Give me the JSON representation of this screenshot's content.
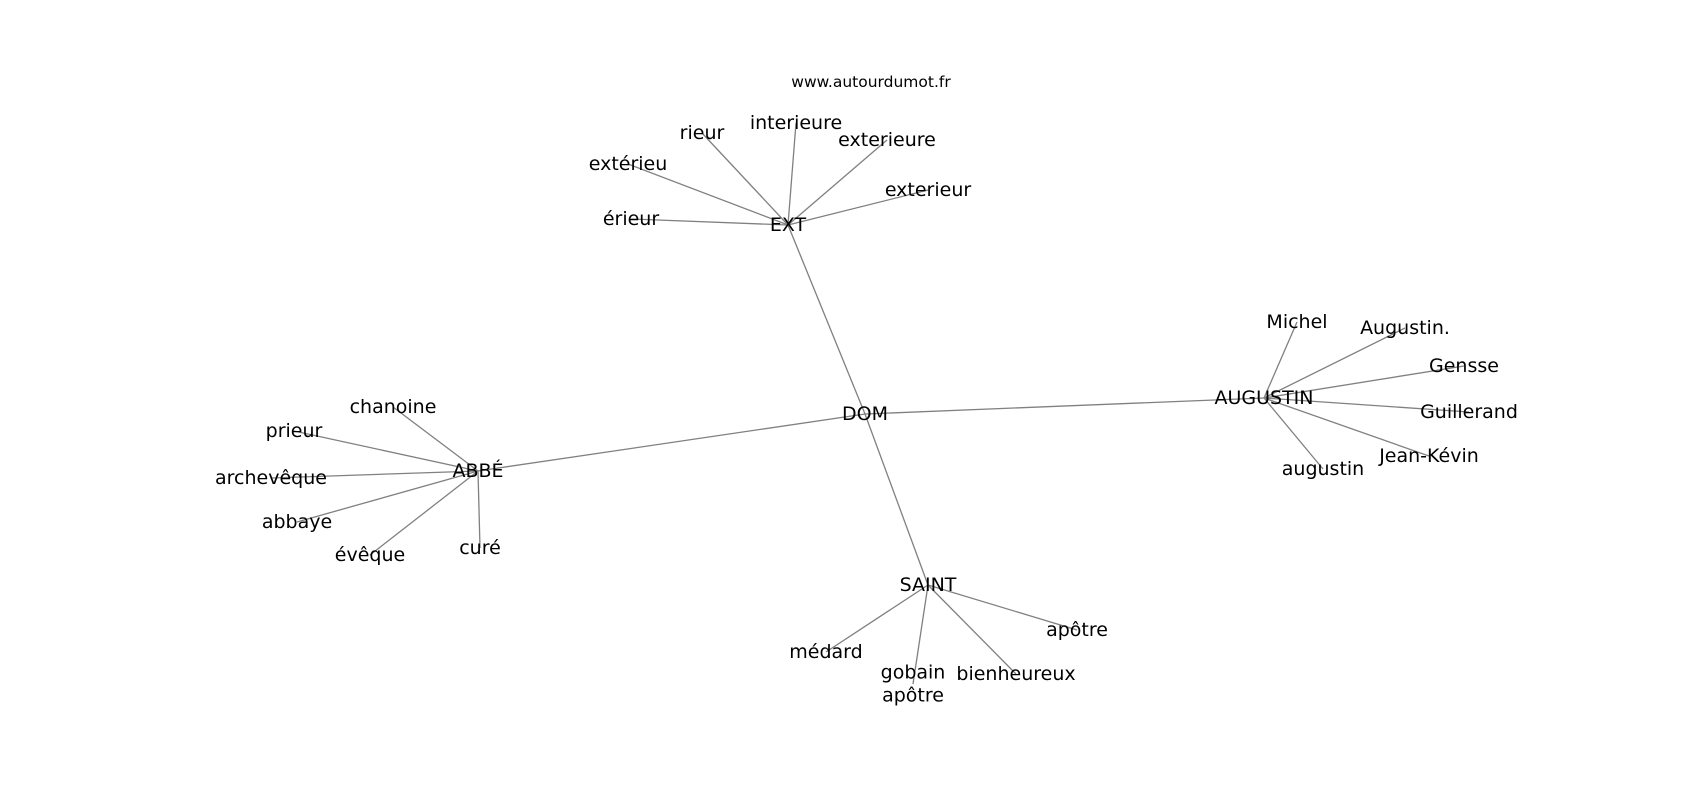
{
  "site": "www.autourdumot.fr",
  "nodes": [
    {
      "id": "dom",
      "label": "DOM"
    },
    {
      "id": "ext",
      "label": "EXT"
    },
    {
      "id": "abbe",
      "label": "ABBÉ"
    },
    {
      "id": "augustin_hub",
      "label": "AUGUSTIN"
    },
    {
      "id": "saint",
      "label": "SAINT"
    },
    {
      "id": "rieur",
      "label": "rieur"
    },
    {
      "id": "interieure",
      "label": "interieure"
    },
    {
      "id": "exterieure",
      "label": "exterieure"
    },
    {
      "id": "exterieu_acc",
      "label": "extérieu"
    },
    {
      "id": "exterieur",
      "label": "exterieur"
    },
    {
      "id": "erieur",
      "label": "érieur"
    },
    {
      "id": "chanoine",
      "label": "chanoine"
    },
    {
      "id": "prieur",
      "label": "prieur"
    },
    {
      "id": "archeveque",
      "label": "archevêque"
    },
    {
      "id": "abbaye",
      "label": "abbaye"
    },
    {
      "id": "eveque",
      "label": "évêque"
    },
    {
      "id": "cure",
      "label": "curé"
    },
    {
      "id": "michel",
      "label": "Michel"
    },
    {
      "id": "augustin_dot",
      "label": "Augustin."
    },
    {
      "id": "gensse",
      "label": "Gensse"
    },
    {
      "id": "guillerand",
      "label": "Guillerand"
    },
    {
      "id": "jean_kevin",
      "label": "Jean-Kévin"
    },
    {
      "id": "augustin_lc",
      "label": "augustin"
    },
    {
      "id": "apotre",
      "label": "apôtre"
    },
    {
      "id": "medard",
      "label": "médard"
    },
    {
      "id": "gobain_apotre",
      "label": "gobain\napôtre"
    },
    {
      "id": "bienheureux",
      "label": "bienheureux"
    }
  ],
  "edges": [
    [
      "dom",
      "ext"
    ],
    [
      "dom",
      "abbe"
    ],
    [
      "dom",
      "augustin_hub"
    ],
    [
      "dom",
      "saint"
    ],
    [
      "ext",
      "rieur"
    ],
    [
      "ext",
      "interieure"
    ],
    [
      "ext",
      "exterieure"
    ],
    [
      "ext",
      "exterieu_acc"
    ],
    [
      "ext",
      "exterieur"
    ],
    [
      "ext",
      "erieur"
    ],
    [
      "abbe",
      "chanoine"
    ],
    [
      "abbe",
      "prieur"
    ],
    [
      "abbe",
      "archeveque"
    ],
    [
      "abbe",
      "abbaye"
    ],
    [
      "abbe",
      "eveque"
    ],
    [
      "abbe",
      "cure"
    ],
    [
      "augustin_hub",
      "michel"
    ],
    [
      "augustin_hub",
      "augustin_dot"
    ],
    [
      "augustin_hub",
      "gensse"
    ],
    [
      "augustin_hub",
      "guillerand"
    ],
    [
      "augustin_hub",
      "jean_kevin"
    ],
    [
      "augustin_hub",
      "augustin_lc"
    ],
    [
      "saint",
      "apotre"
    ],
    [
      "saint",
      "medard"
    ],
    [
      "saint",
      "gobain_apotre"
    ],
    [
      "saint",
      "bienheureux"
    ]
  ]
}
